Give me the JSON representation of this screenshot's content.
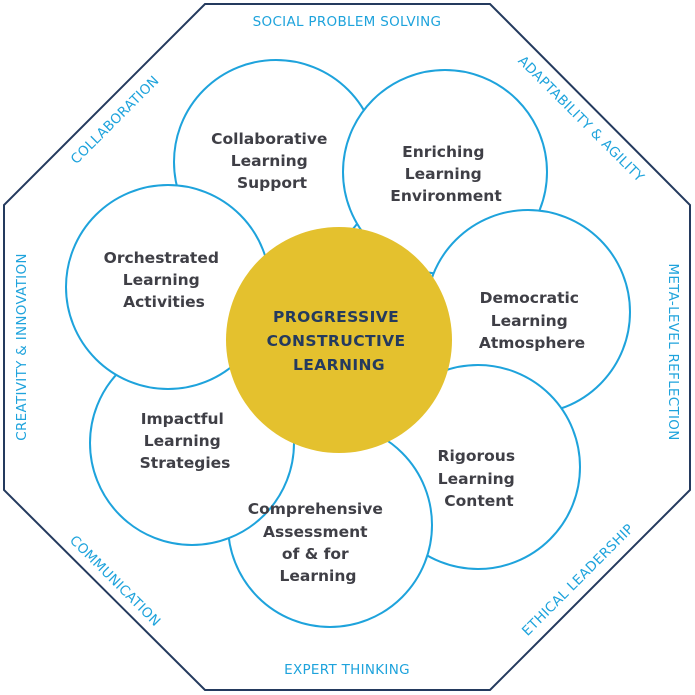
{
  "colors": {
    "octagon_stroke": "#243a5e",
    "petal_stroke": "#1ea3dc",
    "edge_text": "#1ea3dc",
    "petal_text": "#3f3f46",
    "center_fill": "#e4c12e",
    "center_text": "#243a5e"
  },
  "center": {
    "lines": [
      "PROGRESSIVE",
      "CONSTRUCTIVE",
      "LEARNING"
    ]
  },
  "petals": [
    {
      "lines": [
        "Collaborative",
        "Learning",
        "Support"
      ]
    },
    {
      "lines": [
        "Enriching",
        "Learning",
        "Environment"
      ]
    },
    {
      "lines": [
        "Democratic",
        "Learning",
        "Atmosphere"
      ]
    },
    {
      "lines": [
        "Rigorous",
        "Learning",
        "Content"
      ]
    },
    {
      "lines": [
        "Comprehensive",
        "Assessment",
        "of & for",
        "Learning"
      ]
    },
    {
      "lines": [
        "Impactful",
        "Learning",
        "Strategies"
      ]
    },
    {
      "lines": [
        "Orchestrated",
        "Learning",
        "Activities"
      ]
    }
  ],
  "edges": [
    "SOCIAL PROBLEM SOLVING",
    "ADAPTABILITY & AGILITY",
    "META-LEVEL REFLECTION",
    "ETHICAL LEADERSHIP",
    "EXPERT THINKING",
    "COMMUNICATION",
    "CREATIVITY & INNOVATION",
    "COLLABORATION"
  ]
}
